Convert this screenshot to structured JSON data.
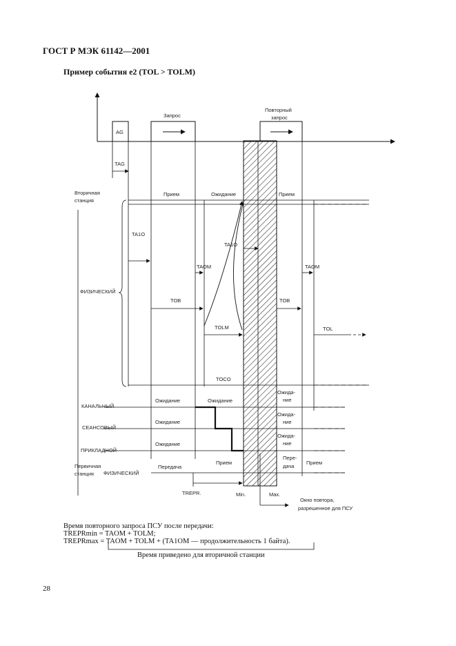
{
  "header": {
    "title": "ГОСТ Р МЭК 61142—2001"
  },
  "subtitle": "Пример события е2 (TOL > TOLM)",
  "diagram": {
    "ag": "AG",
    "request": "Запрос",
    "repeat_request_1": "Повторный",
    "repeat_request_2": "запрос",
    "tag": "TAG",
    "secondary_station_1": "Вторичная",
    "secondary_station_2": "станция",
    "receive": "Прием",
    "wait": "Ожидание",
    "receive2": "Прием",
    "ta1o_left": "TA1O",
    "ta1o_mid": "TA1O",
    "taom_1": "TAOM",
    "taom_2": "TAOM",
    "physical": "ФИЗИЧЕСКИЙ",
    "tob_1": "TOB",
    "tob_2": "TOB",
    "tolm": "TOLM",
    "tol": "TOL",
    "toco": "TOCO",
    "channel": "КАНАЛЬНЫЙ",
    "session": "СЕАНСОВЫЙ",
    "application": "ПРИКЛАДНОЙ",
    "wait_ch": "Ожидание",
    "wait_ch2": "Ожидание",
    "wait_se": "Ожидание",
    "wait_ap": "Ожидание",
    "wait_r1a": "Ожида-",
    "wait_r1b": "ние",
    "wait_r2a": "Ожида-",
    "wait_r2b": "ние",
    "wait_r3a": "Ожида-",
    "wait_r3b": "ние",
    "primary_station_1": "Первичная",
    "primary_station_2": "станция",
    "physical_primary": "ФИЗИЧЕСКИЙ",
    "transmit": "Передача",
    "receive_p": "Прием",
    "transmit2a": "Пере-",
    "transmit2b": "дача",
    "receive_p2": "Прием",
    "trepr": "TREPR.",
    "min": "Min.",
    "max": "Max.",
    "window_1": "Окно повтора,",
    "window_2": "разрешенное для ПСУ"
  },
  "notes": {
    "line1": "Время повторного запроса ПСУ после передачи:",
    "line2": "TREPRmin = TAOM + TOLM;",
    "line3": "TREPRmax = TAOM + TOLM + (TA1OM — продолжительность 1 байта).",
    "line4": "Время приведено для вторичной станции"
  },
  "page_number": "28"
}
